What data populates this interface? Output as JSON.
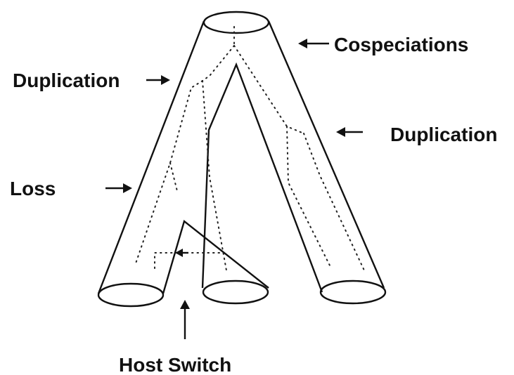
{
  "labels": {
    "cospeciations": "Cospeciations",
    "duplication_left": "Duplication",
    "duplication_right": "Duplication",
    "loss": "Loss",
    "host_switch": "Host Switch"
  },
  "colors": {
    "line": "#111111",
    "background": "#ffffff"
  }
}
